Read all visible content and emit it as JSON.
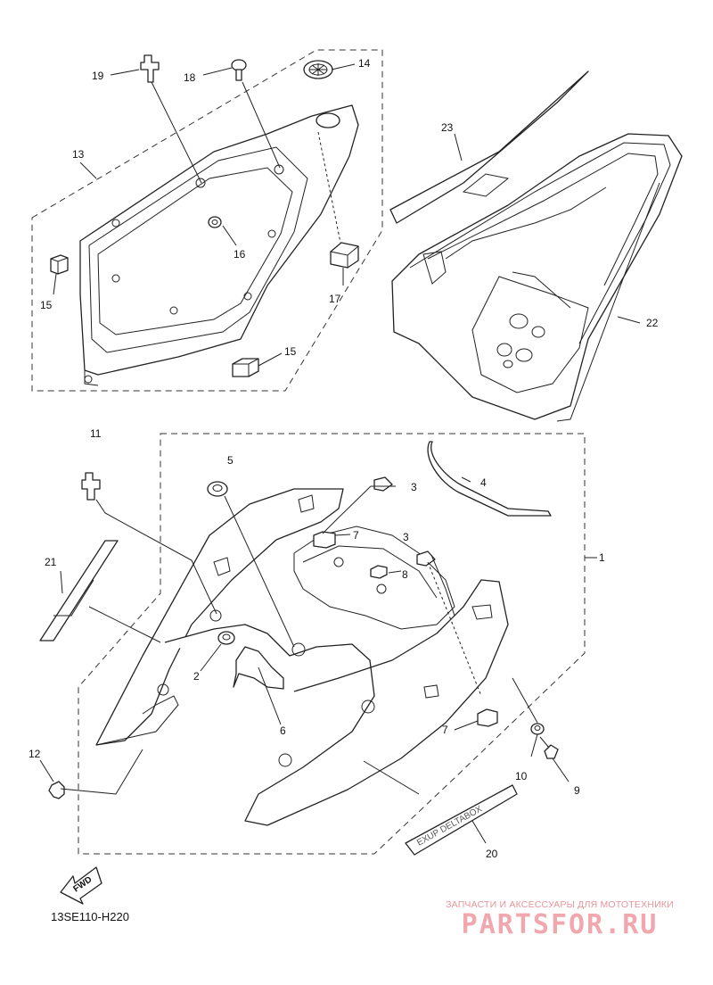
{
  "callouts": {
    "c1": "1",
    "c2": "2",
    "c3a": "3",
    "c3b": "3",
    "c4": "4",
    "c5": "5",
    "c6": "6",
    "c7a": "7",
    "c7b": "7",
    "c8": "8",
    "c9": "9",
    "c10": "10",
    "c11": "11",
    "c12": "12",
    "c13": "13",
    "c14": "14",
    "c15a": "15",
    "c15b": "15",
    "c16": "16",
    "c17": "17",
    "c18": "18",
    "c19": "19",
    "c20": "20",
    "c21": "21",
    "c22": "22",
    "c23": "23"
  },
  "fwd_label": "FWD",
  "diagram_code": "13SE110-H220",
  "emblem_text": "EXUP DELTABOX",
  "watermark": {
    "subtitle": "ЗАПЧАСТИ И АКСЕССУАРЫ ДЛЯ МОТОТЕХНИКИ",
    "brand": "PARTSFOR.RU"
  }
}
